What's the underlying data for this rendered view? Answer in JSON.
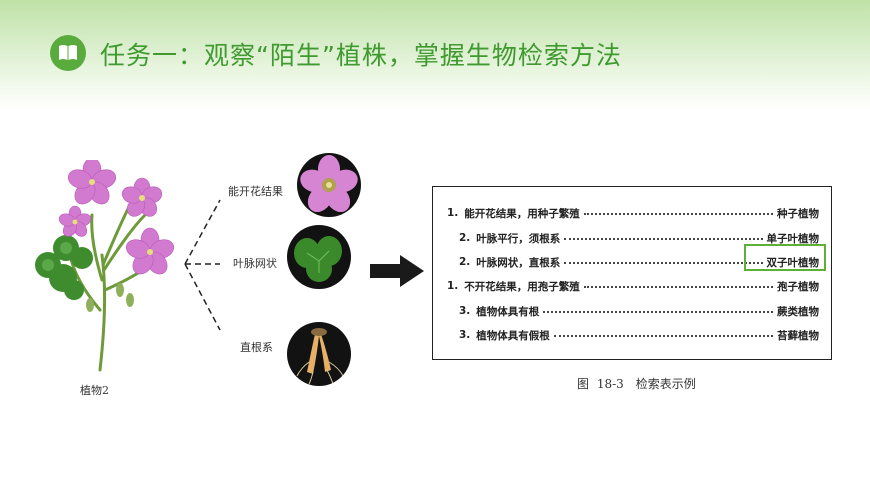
{
  "header": {
    "title": "任务一：观察“陌生”植株，掌握生物检索方法",
    "icon": "book-icon",
    "accent_color": "#3f9a2f",
    "icon_color": "#5aab3e"
  },
  "plant": {
    "caption": "植物2",
    "branches": [
      {
        "label": "能开花结果",
        "image": "pink-flower"
      },
      {
        "label": "叶脉网状",
        "image": "clover-leaf"
      },
      {
        "label": "直根系",
        "image": "taproot"
      }
    ]
  },
  "key_table": {
    "rows": [
      {
        "num": "1.",
        "text": "能开花结果，用种子繁殖",
        "result": "种子植物",
        "indent": 0
      },
      {
        "num": "2.",
        "text": "叶脉平行，须根系",
        "result": "单子叶植物",
        "indent": 1
      },
      {
        "num": "2.",
        "text": "叶脉网状，直根系",
        "result": "双子叶植物",
        "indent": 1,
        "highlighted": true
      },
      {
        "num": "1.",
        "text": "不开花结果，用孢子繁殖",
        "result": "孢子植物",
        "indent": 0
      },
      {
        "num": "3.",
        "text": "植物体具有根",
        "result": "蕨类植物",
        "indent": 1
      },
      {
        "num": "3.",
        "text": "植物体具有假根",
        "result": "苔藓植物",
        "indent": 1
      }
    ],
    "caption": "图 18-3　检索表示例",
    "highlight_color": "#5cb035"
  }
}
